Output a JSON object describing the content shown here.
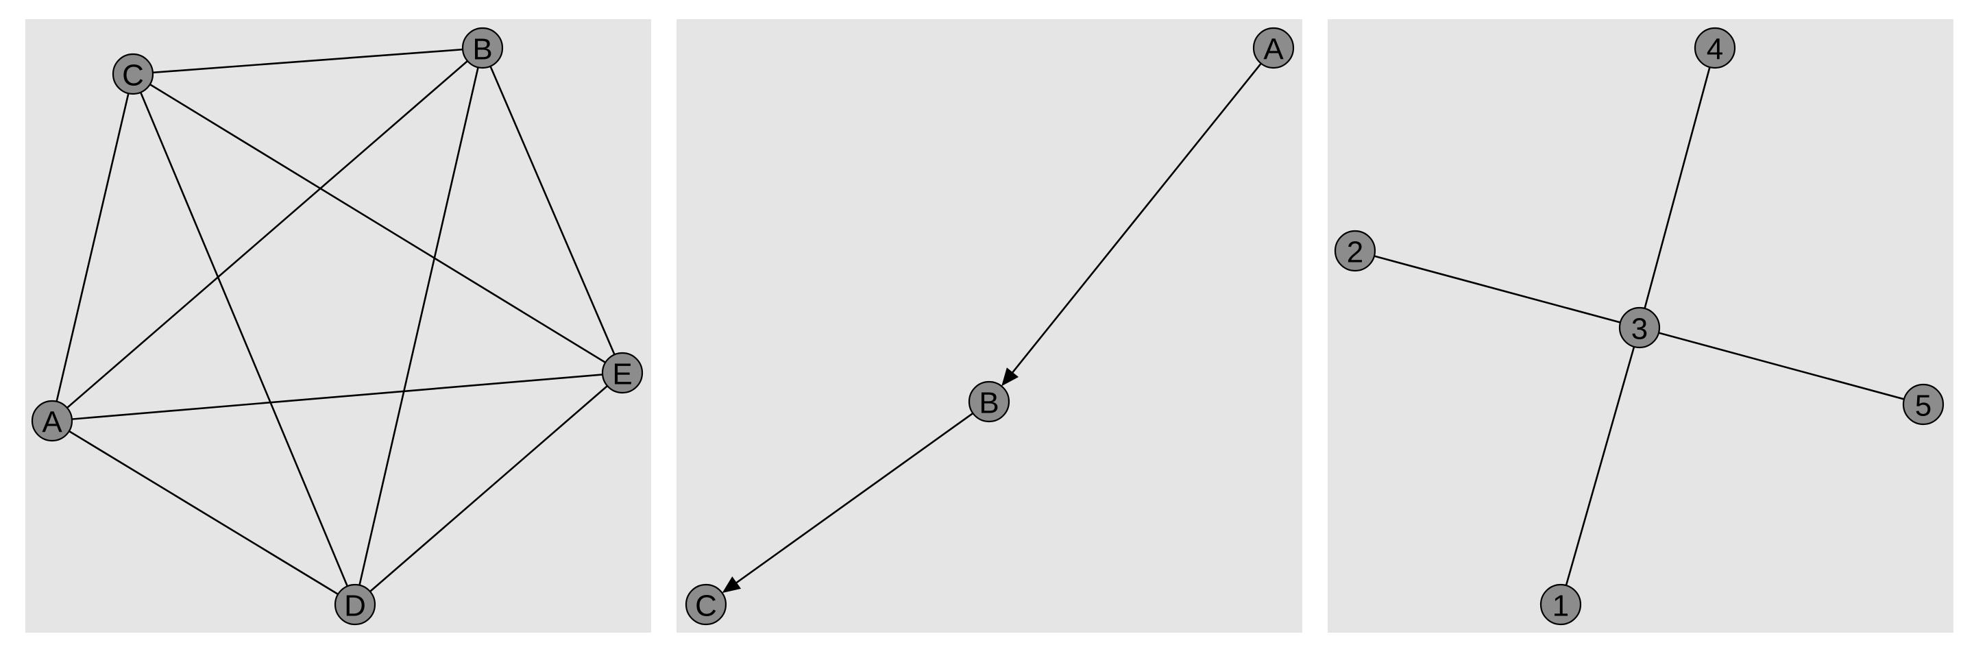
{
  "colors": {
    "panel_background": "#e5e5e5",
    "node_fill": "#8c8c8c",
    "node_stroke": "#000000",
    "edge": "#000000"
  },
  "graphs": [
    {
      "id": "complete-graph",
      "directed": false,
      "nodes": [
        {
          "id": "A",
          "label": "A"
        },
        {
          "id": "B",
          "label": "B"
        },
        {
          "id": "C",
          "label": "C"
        },
        {
          "id": "D",
          "label": "D"
        },
        {
          "id": "E",
          "label": "E"
        }
      ],
      "edges": [
        [
          "A",
          "B"
        ],
        [
          "A",
          "C"
        ],
        [
          "A",
          "D"
        ],
        [
          "A",
          "E"
        ],
        [
          "B",
          "C"
        ],
        [
          "B",
          "D"
        ],
        [
          "B",
          "E"
        ],
        [
          "C",
          "D"
        ],
        [
          "C",
          "E"
        ],
        [
          "D",
          "E"
        ]
      ]
    },
    {
      "id": "directed-path",
      "directed": true,
      "nodes": [
        {
          "id": "A",
          "label": "A"
        },
        {
          "id": "B",
          "label": "B"
        },
        {
          "id": "C",
          "label": "C"
        }
      ],
      "edges": [
        [
          "A",
          "B"
        ],
        [
          "B",
          "C"
        ]
      ]
    },
    {
      "id": "star-graph",
      "directed": false,
      "nodes": [
        {
          "id": "1",
          "label": "1"
        },
        {
          "id": "2",
          "label": "2"
        },
        {
          "id": "3",
          "label": "3"
        },
        {
          "id": "4",
          "label": "4"
        },
        {
          "id": "5",
          "label": "5"
        }
      ],
      "edges": [
        [
          "3",
          "1"
        ],
        [
          "3",
          "2"
        ],
        [
          "3",
          "4"
        ],
        [
          "3",
          "5"
        ]
      ]
    }
  ]
}
